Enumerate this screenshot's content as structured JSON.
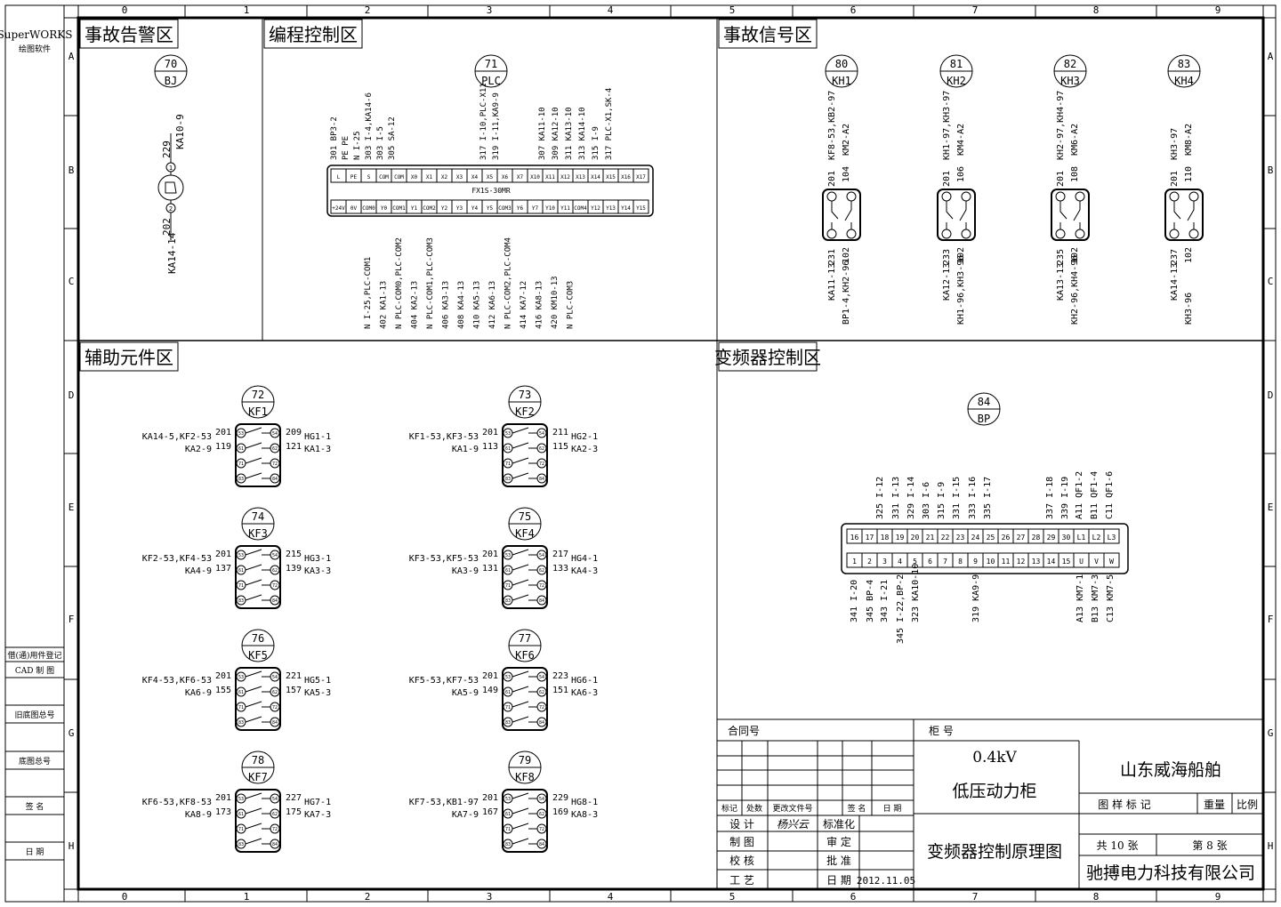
{
  "sidebar": {
    "software_name": "SuperWORKS",
    "software_sub": "绘图软件",
    "fields": [
      "借(通)用件登记",
      "CAD 制 图",
      "旧底图总号",
      "底图总号",
      "签 名",
      "日 期"
    ]
  },
  "grid": {
    "columns": [
      "0",
      "1",
      "2",
      "3",
      "4",
      "5",
      "6",
      "7",
      "8",
      "9"
    ],
    "rows": [
      "A",
      "B",
      "C",
      "D",
      "E",
      "F",
      "G",
      "H"
    ]
  },
  "sections": {
    "alarm": "事故告警区",
    "program": "编程控制区",
    "signal": "事故信号区",
    "aux": "辅助元件区",
    "vfd": "变频器控制区"
  },
  "alarm": {
    "num": "70",
    "code": "BJ",
    "top_wire": "229",
    "top_label": "KA10-9",
    "bot_wire": "202",
    "bot_label": "KA14-14",
    "term1": "1",
    "term2": "2"
  },
  "plc": {
    "num": "71",
    "code": "PLC",
    "model": "FX1S-30MR",
    "top_terms": [
      "L",
      "PE",
      "S",
      "COM",
      "COM",
      "X0",
      "X1",
      "X2",
      "X3",
      "X4",
      "X5",
      "X6",
      "X7",
      "X10",
      "X11",
      "X12",
      "X13",
      "X14",
      "X15",
      "X16",
      "X17"
    ],
    "bot_terms": [
      "+24V",
      "0V",
      "COM0",
      "Y0",
      "COM1",
      "Y1",
      "COM2",
      "Y2",
      "Y3",
      "Y4",
      "Y5",
      "COM3",
      "Y6",
      "Y7",
      "Y10",
      "Y11",
      "COM4",
      "Y12",
      "Y13",
      "Y14",
      "Y15"
    ],
    "top_labels": [
      "301 BP3-2",
      "PE PE",
      "N I-25",
      "303 I-4,KA14-6",
      "303 I-5",
      "305 SA-12",
      "317 I-10,PLC-X11",
      "319 I-11,KA9-9",
      "307 KA11-10",
      "309 KA12-10",
      "311 KA13-10",
      "313 KA14-10",
      "315 I-9",
      "317 PLC-X1,SK-4"
    ],
    "bot_labels": [
      "N I-25,PLC-COM1",
      "402 KA1-13",
      "N PLC-COM0,PLC-COM2",
      "404 KA2-13",
      "N PLC-COM1,PLC-COM3",
      "406 KA3-13",
      "408 KA4-13",
      "410 KA5-13",
      "412 KA6-13",
      "N PLC-COM2,PLC-COM4",
      "414 KA7-12",
      "416 KA8-13",
      "420 KM10-13",
      "N PLC-COM3"
    ]
  },
  "relays_kh": [
    {
      "num": "80",
      "code": "KH1",
      "top": "KF8-53,KB2-97",
      "t201": "201",
      "t104": "104",
      "tb": "KM2-A2",
      "b231": "231",
      "b102": "102",
      "bl1": "KA11-13",
      "bl2": "BP1-4,KH2-96"
    },
    {
      "num": "81",
      "code": "KH2",
      "top": "KH1-97,KH3-97",
      "t201": "201",
      "t104": "106",
      "tb": "KM4-A2",
      "b231": "233",
      "b102": "102",
      "bl1": "KA12-13",
      "bl2": "KH1-96,KH3-96"
    },
    {
      "num": "82",
      "code": "KH3",
      "top": "KH2-97,KH4-97",
      "t201": "201",
      "t104": "108",
      "tb": "KM6-A2",
      "b231": "235",
      "b102": "102",
      "bl1": "KA13-13",
      "bl2": "KH2-96,KH4-96"
    },
    {
      "num": "83",
      "code": "KH4",
      "top": "KH3-97",
      "t201": "201",
      "t104": "110",
      "tb": "KM8-A2",
      "b231": "237",
      "b102": "102",
      "bl1": "KA14-13",
      "bl2": "KH3-96"
    }
  ],
  "kf_relays": [
    {
      "num": "72",
      "code": "KF1",
      "l1": "KA14-5,KF2-53",
      "l2": "KA2-9",
      "w1": "201",
      "w2": "119",
      "w3": "209",
      "w4": "121",
      "r1": "HG1-1",
      "r2": "KA1-3"
    },
    {
      "num": "73",
      "code": "KF2",
      "l1": "KF1-53,KF3-53",
      "l2": "KA1-9",
      "w1": "201",
      "w2": "113",
      "w3": "211",
      "w4": "115",
      "r1": "HG2-1",
      "r2": "KA2-3"
    },
    {
      "num": "74",
      "code": "KF3",
      "l1": "KF2-53,KF4-53",
      "l2": "KA4-9",
      "w1": "201",
      "w2": "137",
      "w3": "215",
      "w4": "139",
      "r1": "HG3-1",
      "r2": "KA3-3"
    },
    {
      "num": "75",
      "code": "KF4",
      "l1": "KF3-53,KF5-53",
      "l2": "KA3-9",
      "w1": "201",
      "w2": "131",
      "w3": "217",
      "w4": "133",
      "r1": "HG4-1",
      "r2": "KA4-3"
    },
    {
      "num": "76",
      "code": "KF5",
      "l1": "KF4-53,KF6-53",
      "l2": "KA6-9",
      "w1": "201",
      "w2": "155",
      "w3": "221",
      "w4": "157",
      "r1": "HG5-1",
      "r2": "KA5-3"
    },
    {
      "num": "77",
      "code": "KF6",
      "l1": "KF5-53,KF7-53",
      "l2": "KA5-9",
      "w1": "201",
      "w2": "149",
      "w3": "223",
      "w4": "151",
      "r1": "HG6-1",
      "r2": "KA6-3"
    },
    {
      "num": "78",
      "code": "KF7",
      "l1": "KF6-53,KF8-53",
      "l2": "KA8-9",
      "w1": "201",
      "w2": "173",
      "w3": "227",
      "w4": "175",
      "r1": "HG7-1",
      "r2": "KA7-3"
    },
    {
      "num": "79",
      "code": "KF8",
      "l1": "KF7-53,KB1-97",
      "l2": "KA7-9",
      "w1": "201",
      "w2": "167",
      "w3": "229",
      "w4": "169",
      "r1": "HG8-1",
      "r2": "KA8-3"
    }
  ],
  "kf_pins": [
    "53",
    "54",
    "61",
    "62",
    "71",
    "72",
    "83",
    "84"
  ],
  "vfd": {
    "num": "84",
    "code": "BP",
    "top_terms": [
      "16",
      "17",
      "18",
      "19",
      "20",
      "21",
      "22",
      "23",
      "24",
      "25",
      "26",
      "27",
      "28",
      "29",
      "30",
      "L1",
      "L2",
      "L3"
    ],
    "bot_terms": [
      "1",
      "2",
      "3",
      "4",
      "5",
      "6",
      "7",
      "8",
      "9",
      "10",
      "11",
      "12",
      "13",
      "14",
      "15",
      "U",
      "V",
      "W"
    ],
    "top_labels": [
      "325 I-12",
      "331 I-13",
      "329 I-14",
      "303 I-6",
      "315 I-9",
      "331 I-15",
      "333 I-16",
      "335 I-17",
      "337 I-18",
      "339 I-19",
      "A11 QF1-2",
      "B11 QF1-4",
      "C11 QF1-6"
    ],
    "bot_labels": [
      "341 I-20",
      "345 BP-4",
      "343 I-21",
      "345 I-22,BP-2",
      "323 KA10-10",
      "319 KA9-9",
      "A13 KM7-1",
      "B13 KM7-3",
      "C13 KM7-5"
    ]
  },
  "title_block": {
    "contract": "合同号",
    "cabinet": "柜 号",
    "voltage": "0.4kV",
    "cabinet_name": "低压动力柜",
    "company_client": "山东威海船舶",
    "drawing_mark": "图 样 标 记",
    "weight": "重量",
    "scale": "比例",
    "headers": [
      "标记",
      "处数",
      "更改文件号",
      "签 名",
      "日 期"
    ],
    "design": "设 计",
    "design_sign": "杨兴云",
    "standard": "标准化",
    "drafting": "制 图",
    "review": "审 定",
    "check": "校 核",
    "approve": "批 准",
    "process": "工 艺",
    "date_label": "日 期",
    "date": "2012.11.05",
    "drawing_title": "变频器控制原理图",
    "total": "共 10 张",
    "sheet": "第 8 张",
    "company": "驰搏电力科技有限公司"
  }
}
